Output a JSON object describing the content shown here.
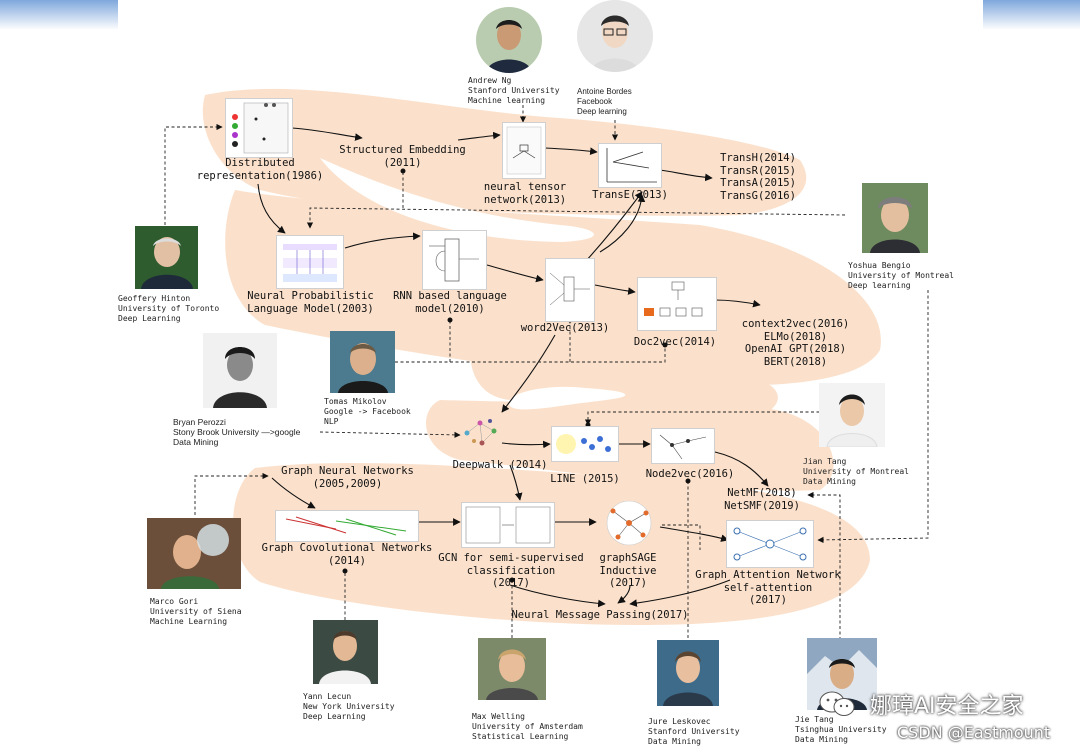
{
  "nodes": {
    "distributed": "Distributed\nrepresentation(1986)",
    "structured": "Structured Embedding\n(2011)",
    "tensor": "neural tensor\nnetwork(2013)",
    "transe": "TransE(2013)",
    "trans_family": "TransH(2014)\nTransR(2015)\nTransA(2015)\nTransG(2016)",
    "nplm": "Neural Probabilistic\nLanguage Model(2003)",
    "rnn": "RNN based language\nmodel(2010)",
    "word2vec": "word2Vec(2013)",
    "doc2vec": "Doc2vec(2014)",
    "context2vec": "context2vec(2016)\nELMo(2018)\nOpenAI GPT(2018)\nBERT(2018)",
    "deepwalk": "Deepwalk (2014)",
    "line": "LINE (2015)",
    "node2vec": "Node2vec(2016)",
    "netmf": "NetMF(2018)\nNetSMF(2019)",
    "gnn": "Graph Neural Networks\n(2005,2009)",
    "gcn_conv": "Graph Covolutional Networks\n(2014)",
    "gcn_semi": "GCN for semi-supervised\nclassification\n(2017)",
    "graphsage": "graphSAGE\nInductive\n(2017)",
    "gat": "Graph Attention Network\nself-attention\n(2017)",
    "nmp": "Neural Message Passing(2017)"
  },
  "people": {
    "andrew_ng": "Andrew Ng\nStanford University\nMachine learning",
    "antoine_bordes": "Antoine Bordes\nFacebook\nDeep learning",
    "geoffery_hinton": "Geoffery Hinton\nUniversity of Toronto\nDeep Learning",
    "yoshua_bengio": "Yoshua Bengio\nUniversity of Montreal\nDeep learning",
    "tomas_mikolov": "Tomas Mikolov\nGoogle -> Facebook\nNLP",
    "bryan_perozzi": "Bryan Perozzi\nStony Brook University —>google\nData Mining",
    "jian_tang": "Jian Tang\nUniversity of Montreal\nData Mining",
    "marco_gori": "Marco Gori\nUniversity of Siena\nMachine Learning",
    "yann_lecun": "Yann Lecun\nNew York University\nDeep Learning",
    "max_welling": "Max Welling\nUniversity of Amsterdam\nStatistical Learning",
    "jure_leskovec": "Jure Leskovec\nStanford University\nData Mining",
    "jie_tang": "Jie Tang\nTsinghua University\nData Mining"
  },
  "watermark": {
    "brand": "娜璋AI安全之家",
    "csdn": "CSDN @Eastmount"
  },
  "colors": {
    "blob": "#fbe1cc",
    "arrow": "#111111",
    "header_gradient": "#7fa8dc"
  }
}
